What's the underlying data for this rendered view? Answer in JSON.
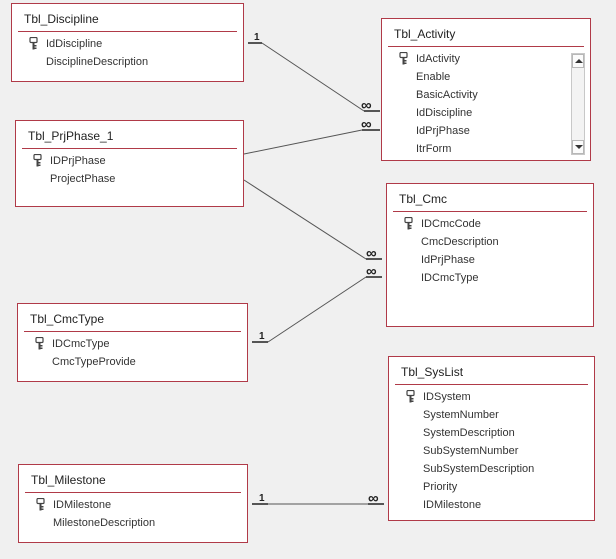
{
  "tables": {
    "discipline": {
      "title": "Tbl_Discipline",
      "fields": [
        {
          "name": "IdDiscipline",
          "key": true
        },
        {
          "name": "DisciplineDescription",
          "key": false
        }
      ]
    },
    "activity": {
      "title": "Tbl_Activity",
      "fields": [
        {
          "name": "IdActivity",
          "key": true
        },
        {
          "name": "Enable",
          "key": false
        },
        {
          "name": "BasicActivity",
          "key": false
        },
        {
          "name": "IdDiscipline",
          "key": false
        },
        {
          "name": "IdPrjPhase",
          "key": false
        },
        {
          "name": "ItrForm",
          "key": false
        }
      ]
    },
    "prjphase": {
      "title": "Tbl_PrjPhase_1",
      "fields": [
        {
          "name": "IDPrjPhase",
          "key": true
        },
        {
          "name": "ProjectPhase",
          "key": false
        }
      ]
    },
    "cmc": {
      "title": "Tbl_Cmc",
      "fields": [
        {
          "name": "IDCmcCode",
          "key": true
        },
        {
          "name": "CmcDescription",
          "key": false
        },
        {
          "name": "IdPrjPhase",
          "key": false
        },
        {
          "name": "IDCmcType",
          "key": false
        }
      ]
    },
    "cmctype": {
      "title": "Tbl_CmcType",
      "fields": [
        {
          "name": "IDCmcType",
          "key": true
        },
        {
          "name": "CmcTypeProvide",
          "key": false
        }
      ]
    },
    "syslist": {
      "title": "Tbl_SysList",
      "fields": [
        {
          "name": "IDSystem",
          "key": true
        },
        {
          "name": "SystemNumber",
          "key": false
        },
        {
          "name": "SystemDescription",
          "key": false
        },
        {
          "name": "SubSystemNumber",
          "key": false
        },
        {
          "name": "SubSystemDescription",
          "key": false
        },
        {
          "name": "Priority",
          "key": false
        },
        {
          "name": "IDMilestone",
          "key": false
        }
      ]
    },
    "milestone": {
      "title": "Tbl_Milestone",
      "fields": [
        {
          "name": "IDMilestone",
          "key": true
        },
        {
          "name": "MilestoneDescription",
          "key": false
        }
      ]
    }
  },
  "relationships": {
    "one_label": "1",
    "many_label": "∞"
  },
  "colors": {
    "table_border": "#b03a48",
    "line": "#555555",
    "background": "#f0f0f0"
  },
  "icons": {
    "primary_key": "key-icon",
    "scroll_up": "arrow-up-icon",
    "scroll_down": "arrow-down-icon"
  }
}
